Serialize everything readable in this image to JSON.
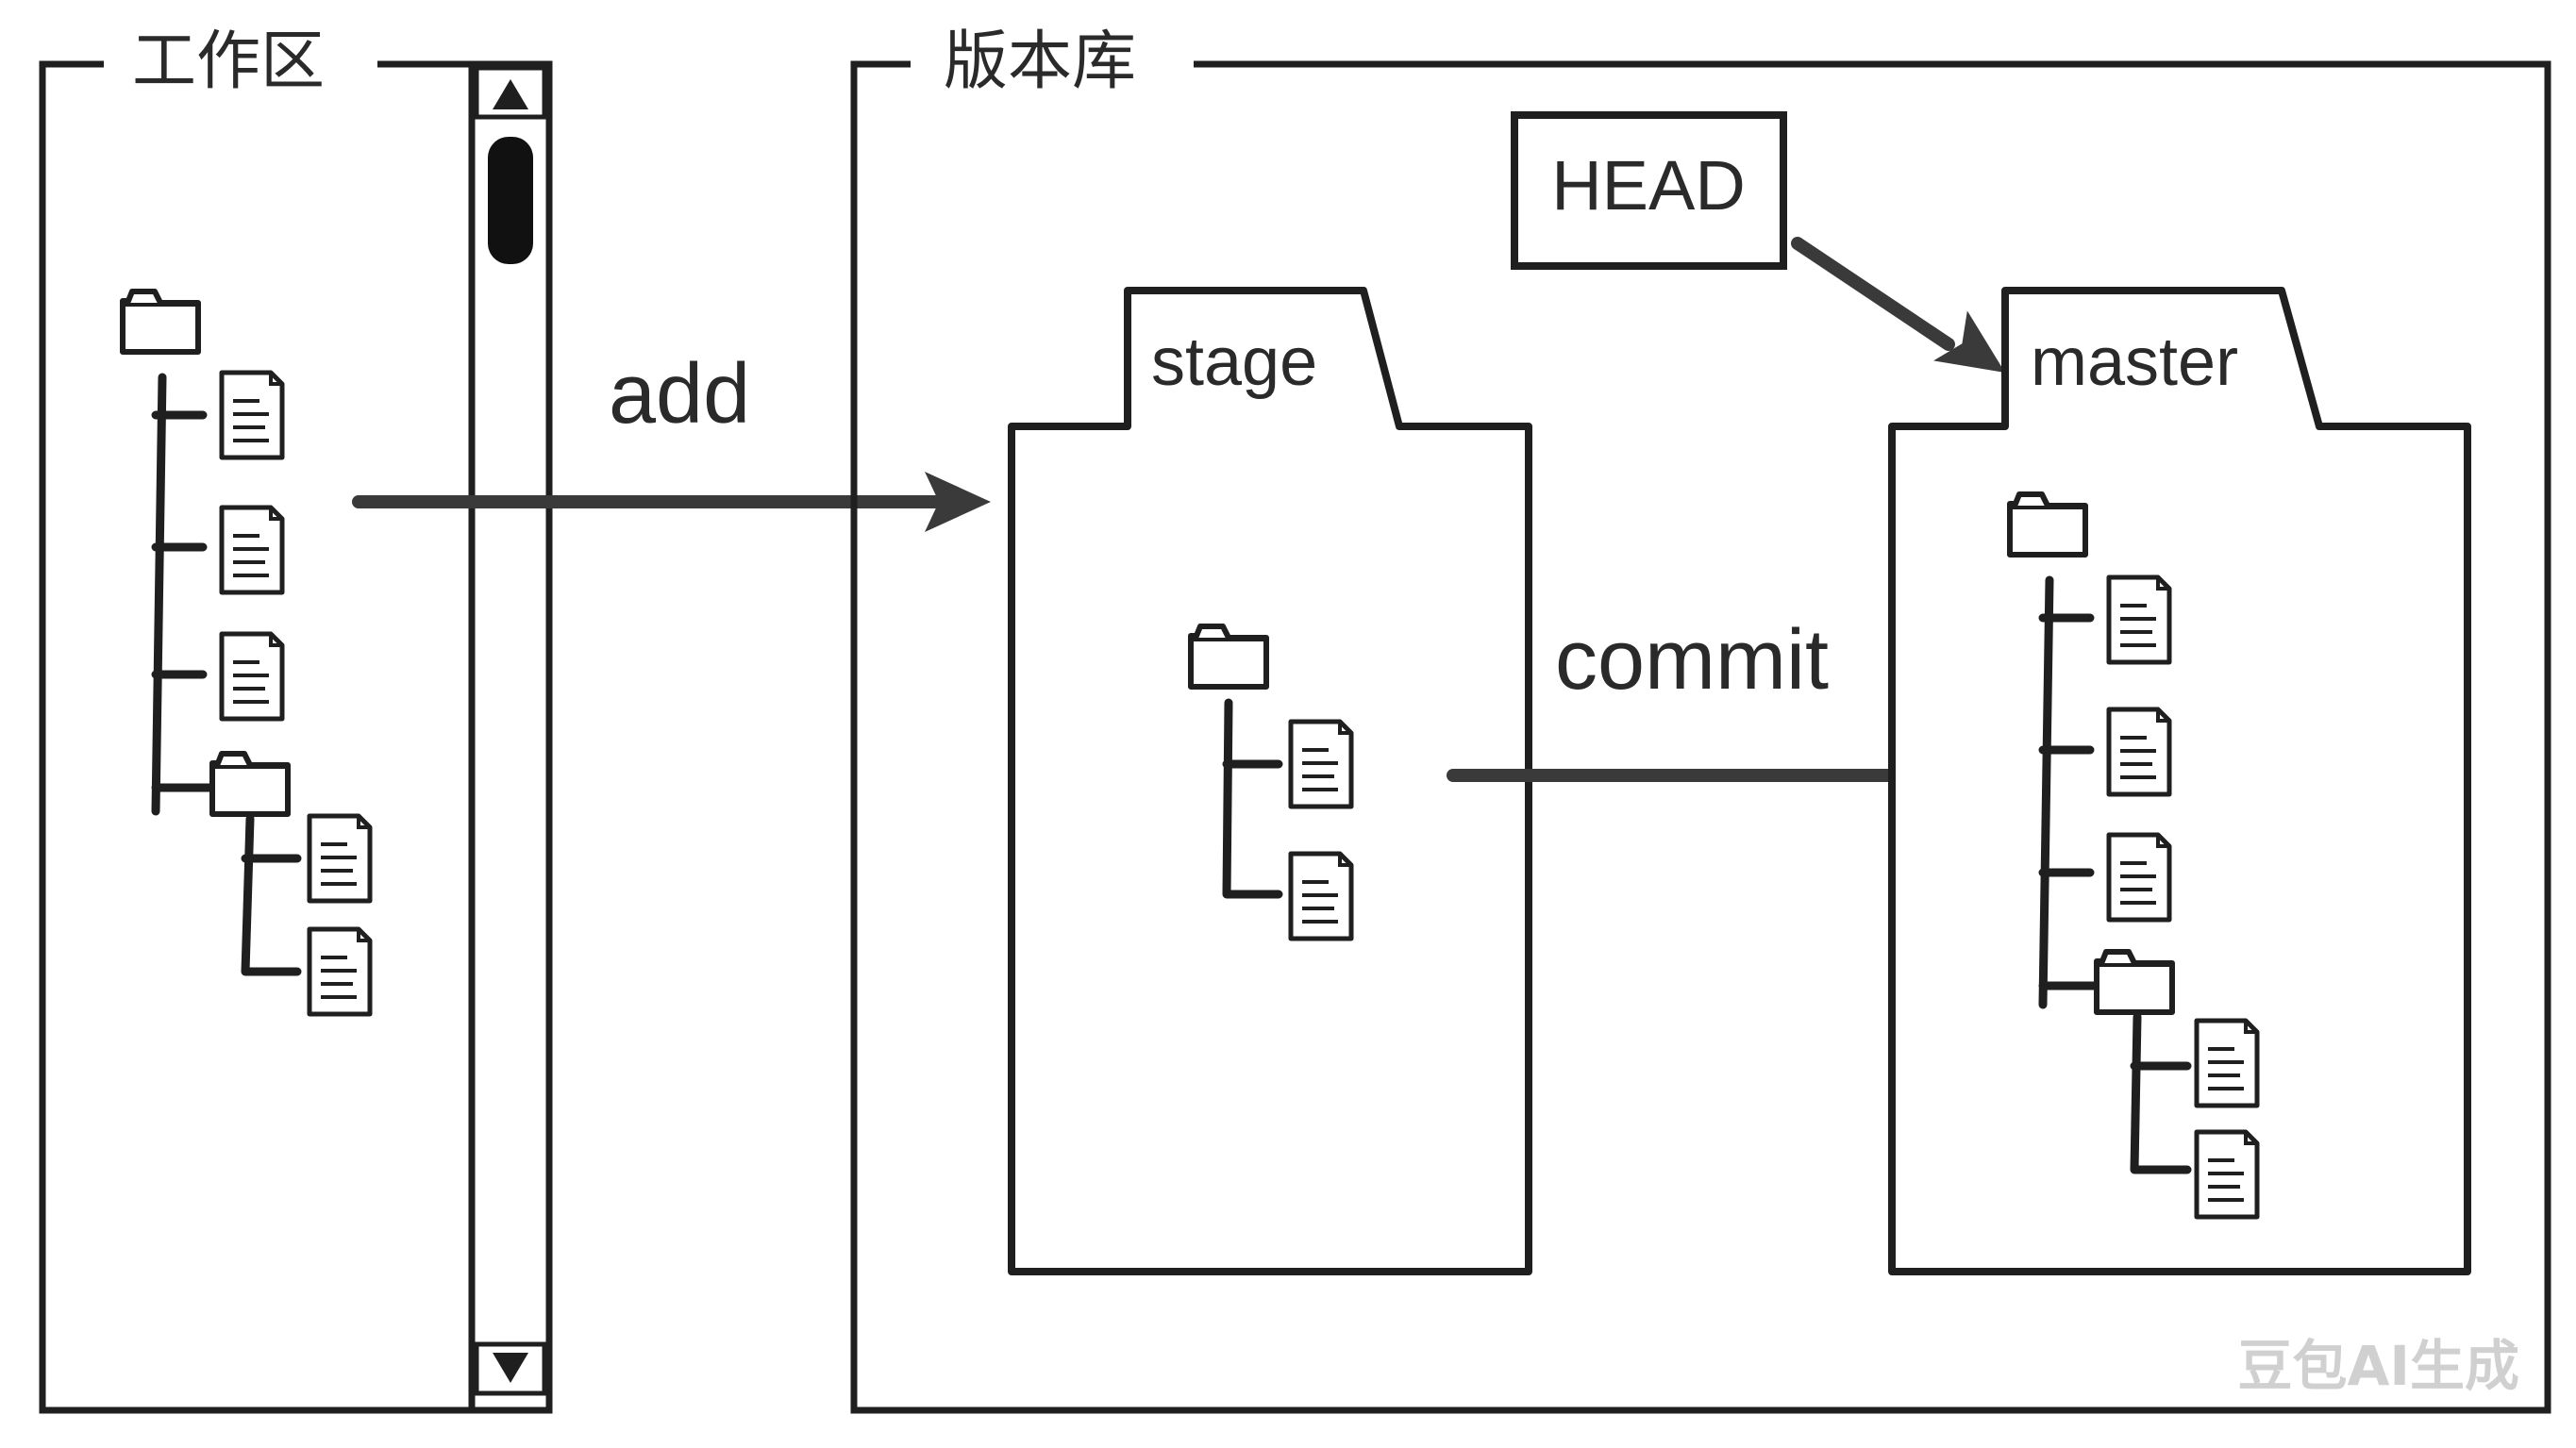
{
  "workspace": {
    "title": "工作区"
  },
  "repository": {
    "title": "版本库"
  },
  "arrows": {
    "add_label": "add",
    "commit_label": "commit"
  },
  "head": {
    "label": "HEAD"
  },
  "stage": {
    "label": "stage"
  },
  "master": {
    "label": "master"
  },
  "watermark": {
    "text": "豆包AI生成"
  },
  "colors": {
    "line": "#1f1f1f",
    "arrow": "#3a3a3a",
    "text": "#2a2a2a",
    "watermark": "#d8d8d8"
  },
  "icons": {
    "folder": "folder-icon",
    "file": "file-icon",
    "scroll_up": "scroll-up-arrow-icon",
    "scroll_down": "scroll-down-arrow-icon"
  }
}
